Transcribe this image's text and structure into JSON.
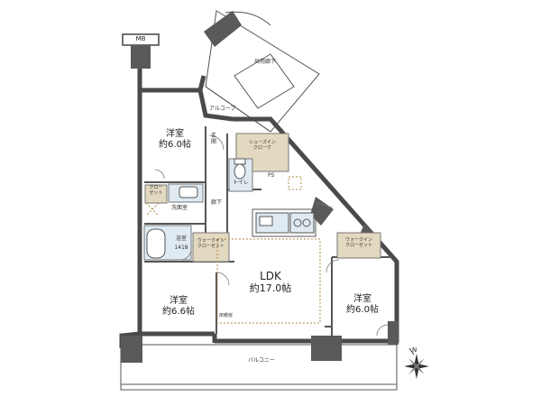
{
  "labels": {
    "mb": "MB",
    "corridor": "共用廊下",
    "alcove": "アルコーブ",
    "entrance": "玄関",
    "shoes_closet": "シューズイン\nクローク",
    "toilet": "トイレ",
    "ps": "PS",
    "hall": "廊下",
    "closet": "クロー\nゼット",
    "washroom": "洗面室",
    "bath_name": "浴室",
    "bath_size": "1418",
    "wic_left": "ウォークイン\nクローゼット",
    "wic_right": "ウォークイン\nクローゼット",
    "floor_heating": "床暖房",
    "balcony": "バルコニー",
    "north": "N"
  },
  "rooms": {
    "bed_nw": {
      "name": "洋室",
      "area": "約6.0帖"
    },
    "bed_sw": {
      "name": "洋室",
      "area": "約6.6帖"
    },
    "ldk": {
      "name": "LDK",
      "area": "約17.0帖"
    },
    "bed_e": {
      "name": "洋室",
      "area": "約6.0帖"
    }
  },
  "colors": {
    "wall": "#4a4a4a",
    "closet_fill": "#e3d9c0",
    "wet_fill": "#dfeaf2",
    "dashed": "#b08a4a"
  }
}
